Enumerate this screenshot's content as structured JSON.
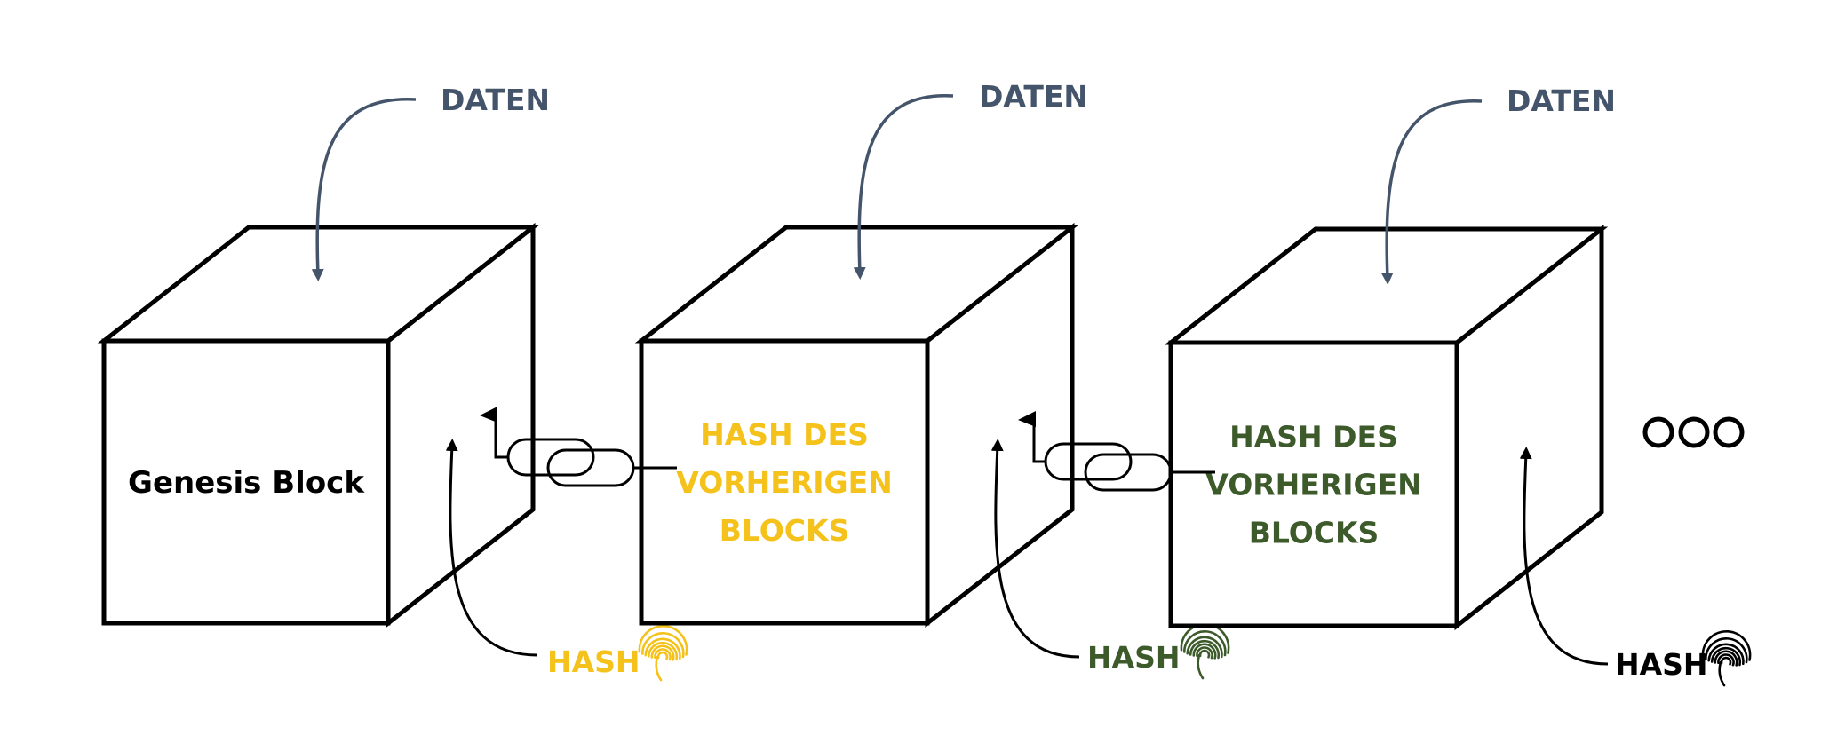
{
  "colors": {
    "daten": "#44546A",
    "yellow": "#F4C21A",
    "green": "#3D5A2A",
    "black": "#000000"
  },
  "blocks": [
    {
      "lines": [
        "Genesis Block"
      ],
      "text_color": "#000000",
      "daten_label": "DATEN",
      "hash_label": "HASH",
      "hash_color": "#F4C21A",
      "fingerprint_icon": "fingerprint-icon"
    },
    {
      "lines": [
        "HASH DES",
        "VORHERIGEN",
        "BLOCKS"
      ],
      "text_color": "#F4C21A",
      "daten_label": "DATEN",
      "hash_label": "HASH",
      "hash_color": "#3D5A2A",
      "fingerprint_icon": "fingerprint-icon"
    },
    {
      "lines": [
        "HASH DES",
        "VORHERIGEN",
        "BLOCKS"
      ],
      "text_color": "#3D5A2A",
      "daten_label": "DATEN",
      "hash_label": "HASH",
      "hash_color": "#000000",
      "fingerprint_icon": "fingerprint-icon"
    }
  ],
  "links": [
    {
      "icon": "chain-link-icon"
    },
    {
      "icon": "chain-link-icon"
    }
  ],
  "continuation_icon": "ellipsis-circles-icon"
}
